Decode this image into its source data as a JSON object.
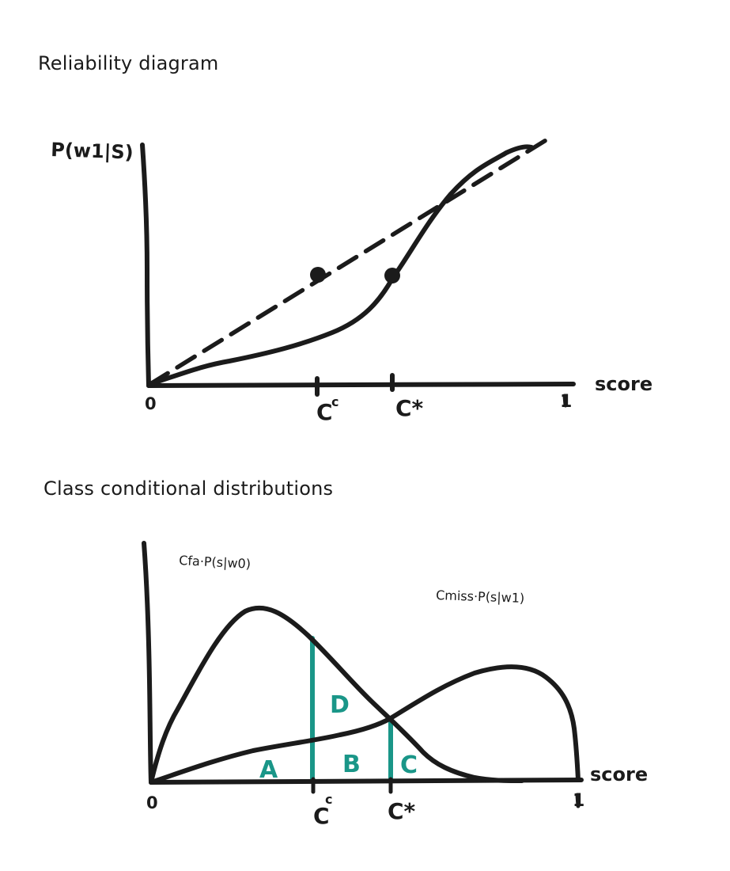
{
  "colors": {
    "ink": "#1b1b1b",
    "teal": "#1a9688",
    "background": "#ffffff"
  },
  "reliability": {
    "title": "Reliability diagram",
    "y_label": "P(w1|S)",
    "x_label": "score",
    "origin_label": "0",
    "end_label": "1",
    "tick1_label": "C",
    "tick1_superscript": "c",
    "tick2_label": "C*"
  },
  "distributions": {
    "title": "Class conditional distributions",
    "curve0_label": "Cfa·P(s|w0)",
    "curve1_label": "Cmiss·P(s|w1)",
    "x_label": "score",
    "origin_label": "0",
    "end_label": "1",
    "tick1_label": "C",
    "tick1_superscript": "c",
    "tick2_label": "C*",
    "region_labels": {
      "a": "A",
      "b": "B",
      "c": "C",
      "d": "D"
    }
  }
}
